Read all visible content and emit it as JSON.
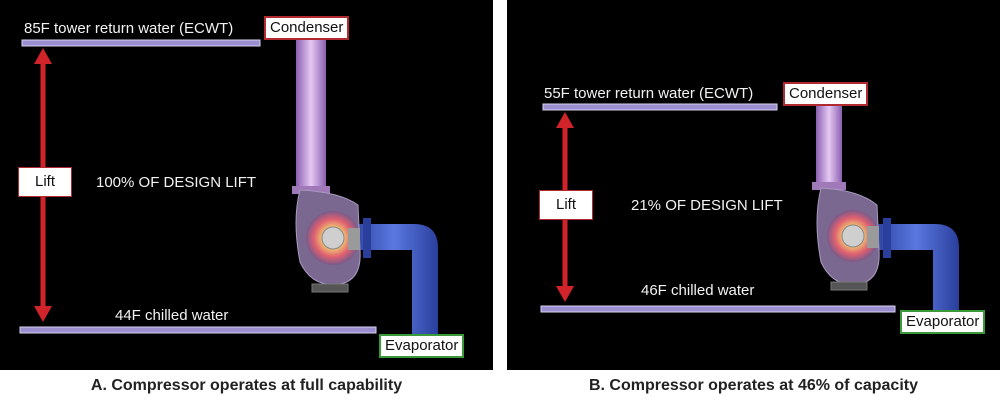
{
  "panel_a": {
    "tower_label": "85F tower return water (ECWT)",
    "condenser_label": "Condenser",
    "lift_label": "Lift",
    "design_lift": "100% OF DESIGN LIFT",
    "chilled_label": "44F chilled water",
    "evaporator_label": "Evaporator",
    "caption": "A. Compressor operates at full capability"
  },
  "panel_b": {
    "tower_label": "55F tower return water (ECWT)",
    "condenser_label": "Condenser",
    "lift_label": "Lift",
    "design_lift": "21% OF DESIGN LIFT",
    "chilled_label": "46F chilled water",
    "evaporator_label": "Evaporator",
    "caption": "B. Compressor operates at 46% of capacity"
  },
  "colors": {
    "background": "#000000",
    "lift_arrow": "#d0242a",
    "water_line": "#9b8fd0",
    "condenser_pipe": "#c9a0e0",
    "evaporator_pipe": "#3b54b8",
    "condenser_border": "#b02a30",
    "evaporator_border": "#3a9a3a"
  },
  "icons": [
    "compressor-icon",
    "lift-arrow-icon"
  ]
}
